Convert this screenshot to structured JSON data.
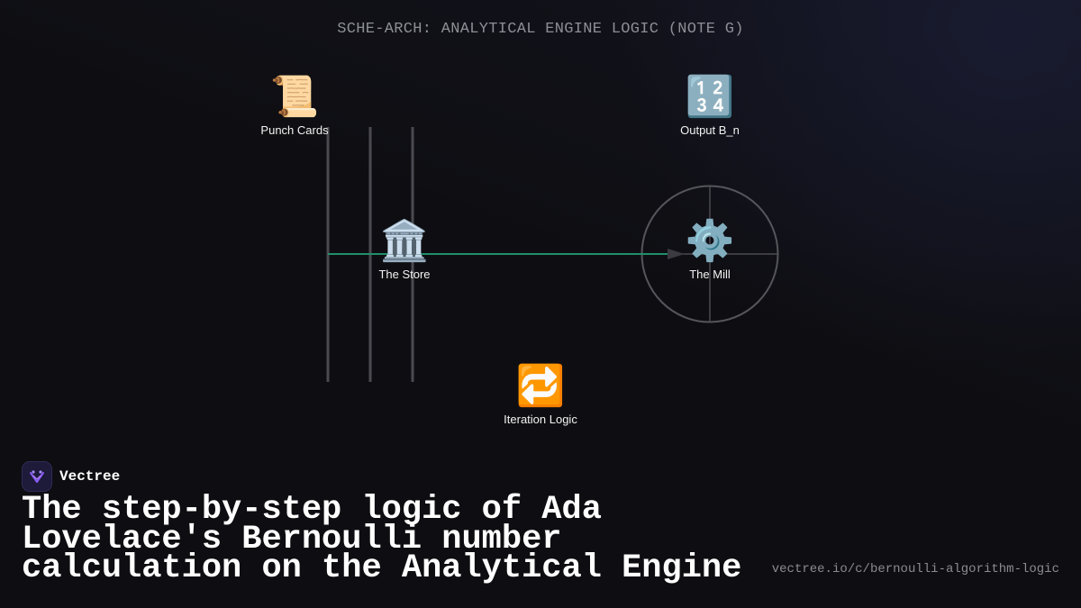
{
  "diagram": {
    "title": "SCHE-ARCH: ANALYTICAL ENGINE LOGIC (NOTE G)",
    "nodes": [
      {
        "id": "punch-cards",
        "icon": "📜",
        "icon_name": "scroll-icon",
        "label": "Punch Cards"
      },
      {
        "id": "output",
        "icon": "🔢",
        "icon_name": "numbers-icon",
        "label": "Output B_n"
      },
      {
        "id": "store",
        "icon": "🏛️",
        "icon_name": "classical-building-icon",
        "label": "The Store"
      },
      {
        "id": "mill",
        "icon": "⚙️",
        "icon_name": "gear-icon",
        "label": "The Mill"
      },
      {
        "id": "iteration",
        "icon": "🔁",
        "icon_name": "repeat-icon",
        "label": "Iteration Logic"
      }
    ],
    "colors": {
      "flow_line": "#1f8f6a",
      "structure_line": "#4a4a50",
      "background": "#0e0e12"
    }
  },
  "brand": {
    "name": "Vectree",
    "accent": "#8b5cf6"
  },
  "headline": "The step-by-step logic of Ada Lovelace's Bernoulli number calculation on the Analytical Engine",
  "url": "vectree.io/c/bernoulli-algorithm-logic"
}
